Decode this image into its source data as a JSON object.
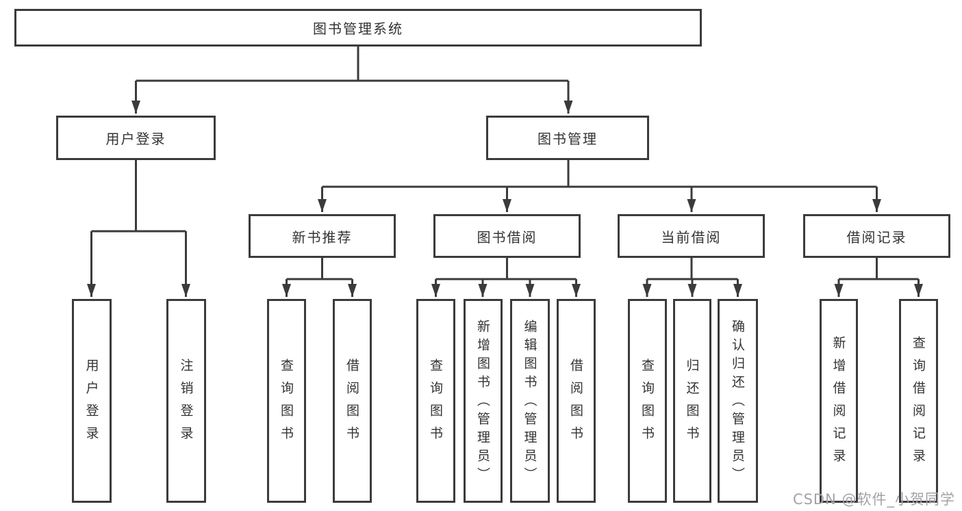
{
  "nodes": {
    "root": {
      "label": "图书管理系统"
    },
    "user_login": {
      "label": "用户登录"
    },
    "book_mgmt": {
      "label": "图书管理"
    },
    "new_book_rec": {
      "label": "新书推荐"
    },
    "book_borrow": {
      "label": "图书借阅"
    },
    "current_borrow": {
      "label": "当前借阅"
    },
    "borrow_records": {
      "label": "借阅记录"
    }
  },
  "leaves": [
    {
      "label": "用户登录"
    },
    {
      "label": "注销登录"
    },
    {
      "label": "查询图书"
    },
    {
      "label": "借阅图书"
    },
    {
      "label": "查询图书"
    },
    {
      "label": "新增图书（管理员）"
    },
    {
      "label": "编辑图书（管理员）"
    },
    {
      "label": "借阅图书"
    },
    {
      "label": "查询图书"
    },
    {
      "label": "归还图书"
    },
    {
      "label": "确认归还（管理员）"
    },
    {
      "label": "新增借阅记录"
    },
    {
      "label": "查询借阅记录"
    }
  ],
  "hierarchy": {
    "图书管理系统": {
      "用户登录": [
        "用户登录",
        "注销登录"
      ],
      "图书管理": {
        "新书推荐": [
          "查询图书",
          "借阅图书"
        ],
        "图书借阅": [
          "查询图书",
          "新增图书（管理员）",
          "编辑图书（管理员）",
          "借阅图书"
        ],
        "当前借阅": [
          "查询图书",
          "归还图书",
          "确认归还（管理员）"
        ],
        "借阅记录": [
          "新增借阅记录",
          "查询借阅记录"
        ]
      }
    }
  },
  "watermark": {
    "text": "CSDN @软件_小贺同学"
  },
  "colors": {
    "line": "#3b3b3b",
    "box_border": "#3b3b3b",
    "box_fill": "#ffffff",
    "text": "#333333",
    "watermark": "#a3a3a6",
    "background": "#ffffff"
  }
}
